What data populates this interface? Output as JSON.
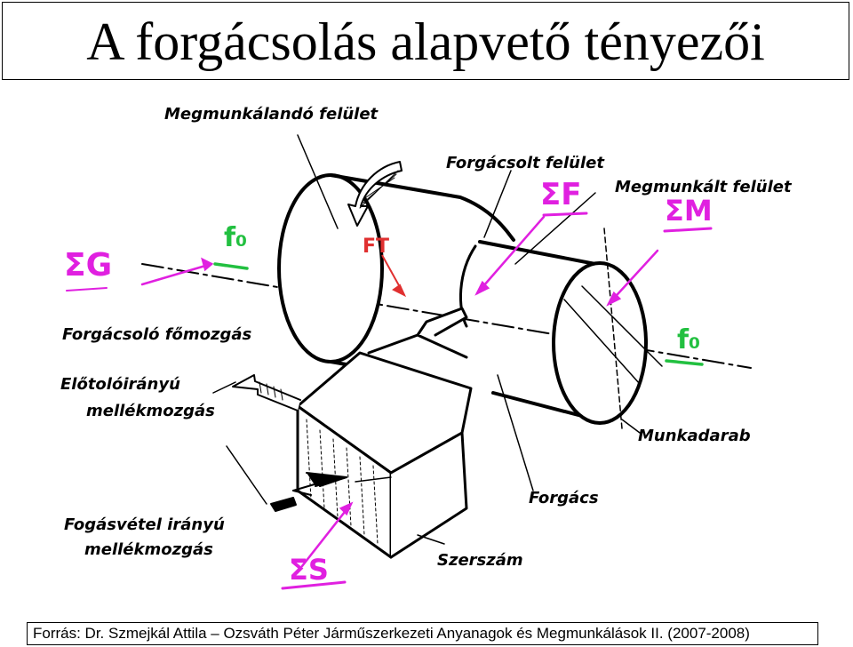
{
  "title": "A forgácsolás alapvető tényezői",
  "labels": {
    "workpiece_surface": "Megmunkálandó felület",
    "cut_surface": "Forgácsolt felület",
    "machined_surface": "Megmunkált felület",
    "main_motion": "Forgácsoló főmozgás",
    "feed_motion_1": "Előtolóirányú",
    "feed_motion_2": "mellékmozgás",
    "depth_motion_1": "Fogásvétel irányú",
    "depth_motion_2": "mellékmozgás",
    "workpiece": "Munkadarab",
    "chip": "Forgács",
    "tool": "Szerszám"
  },
  "symbols": {
    "sum_g": "ΣG",
    "sum_f": "ΣF",
    "sum_m": "ΣM",
    "sum_s": "ΣS",
    "ft": "FT",
    "f0": "f₀"
  },
  "footer": "Forrás: Dr. Szmejkál Attila – Ozsváth Péter Járműszerkezeti Anyanagok és Megmunkálások II. (2007-2008)",
  "colors": {
    "magenta": "#e020e0",
    "green": "#22c040",
    "red": "#e03030"
  }
}
